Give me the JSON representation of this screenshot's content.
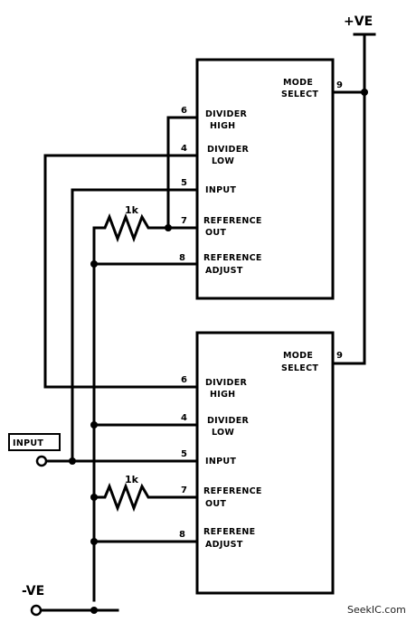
{
  "supply": {
    "positive": "+VE",
    "negative": "-VE"
  },
  "input_label": "INPUT",
  "ic_top": {
    "mode_select": [
      "MODE",
      "SELECT"
    ],
    "pins": [
      {
        "number": "6",
        "line1": "DIVIDER",
        "line2": "HIGH"
      },
      {
        "number": "4",
        "line1": "DIVIDER",
        "line2": "LOW"
      },
      {
        "number": "5",
        "line1": "INPUT",
        "line2": ""
      },
      {
        "number": "7",
        "line1": "REFERENCE",
        "line2": "OUT"
      },
      {
        "number": "8",
        "line1": "REFERENCE",
        "line2": "ADJUST"
      }
    ],
    "mode_pin": "9"
  },
  "ic_bottom": {
    "mode_select": [
      "MODE",
      "SELECT"
    ],
    "pins": [
      {
        "number": "6",
        "line1": "DIVIDER",
        "line2": "HIGH"
      },
      {
        "number": "4",
        "line1": "DIVIDER",
        "line2": "LOW"
      },
      {
        "number": "5",
        "line1": "INPUT",
        "line2": ""
      },
      {
        "number": "7",
        "line1": "REFERENCE",
        "line2": "OUT"
      },
      {
        "number": "8",
        "line1": "REFERENE",
        "line2": "ADJUST"
      }
    ],
    "mode_pin": "9"
  },
  "resistor_top": "1k",
  "resistor_bottom": "1k",
  "watermark": "SeekIC.com"
}
